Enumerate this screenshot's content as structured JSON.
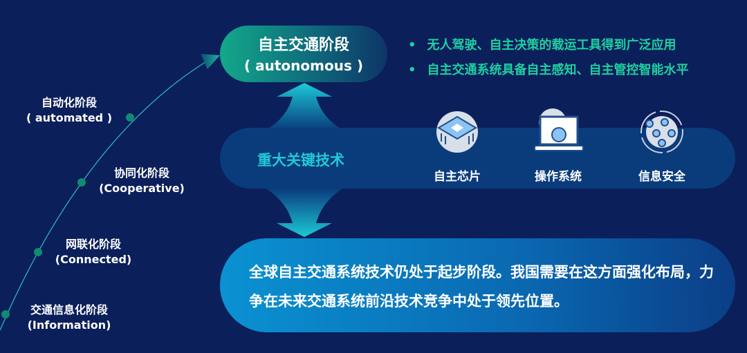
{
  "target_stage": {
    "title": "自主交通阶段",
    "subtitle": "( autonomous )"
  },
  "bullets": [
    "无人驾驶、自主决策的载运工具得到广泛应用",
    "自主交通系统具备自主感知、自主管控智能水平"
  ],
  "stages": [
    {
      "title": "自动化阶段",
      "subtitle": "( automated )"
    },
    {
      "title": "协同化阶段",
      "subtitle": "(Cooperative)"
    },
    {
      "title": "网联化阶段",
      "subtitle": "(Connected)"
    },
    {
      "title": "交通信息化阶段",
      "subtitle": "(Information)"
    }
  ],
  "key_tech": {
    "title": "重大关键技术",
    "items": [
      {
        "label": "自主芯片",
        "icon": "chip-icon"
      },
      {
        "label": "操作系统",
        "icon": "laptop-gear-icon"
      },
      {
        "label": "信息安全",
        "icon": "network-security-icon"
      }
    ]
  },
  "conclusion": "全球自主交通系统技术仍处于起步阶段。我国需要在这方面强化布局，力争在未来交通系统前沿技术竞争中处于领先位置。",
  "colors": {
    "background": "#0b1f5b",
    "accent_green": "#1fd0a0",
    "accent_cyan": "#22c9d6"
  }
}
